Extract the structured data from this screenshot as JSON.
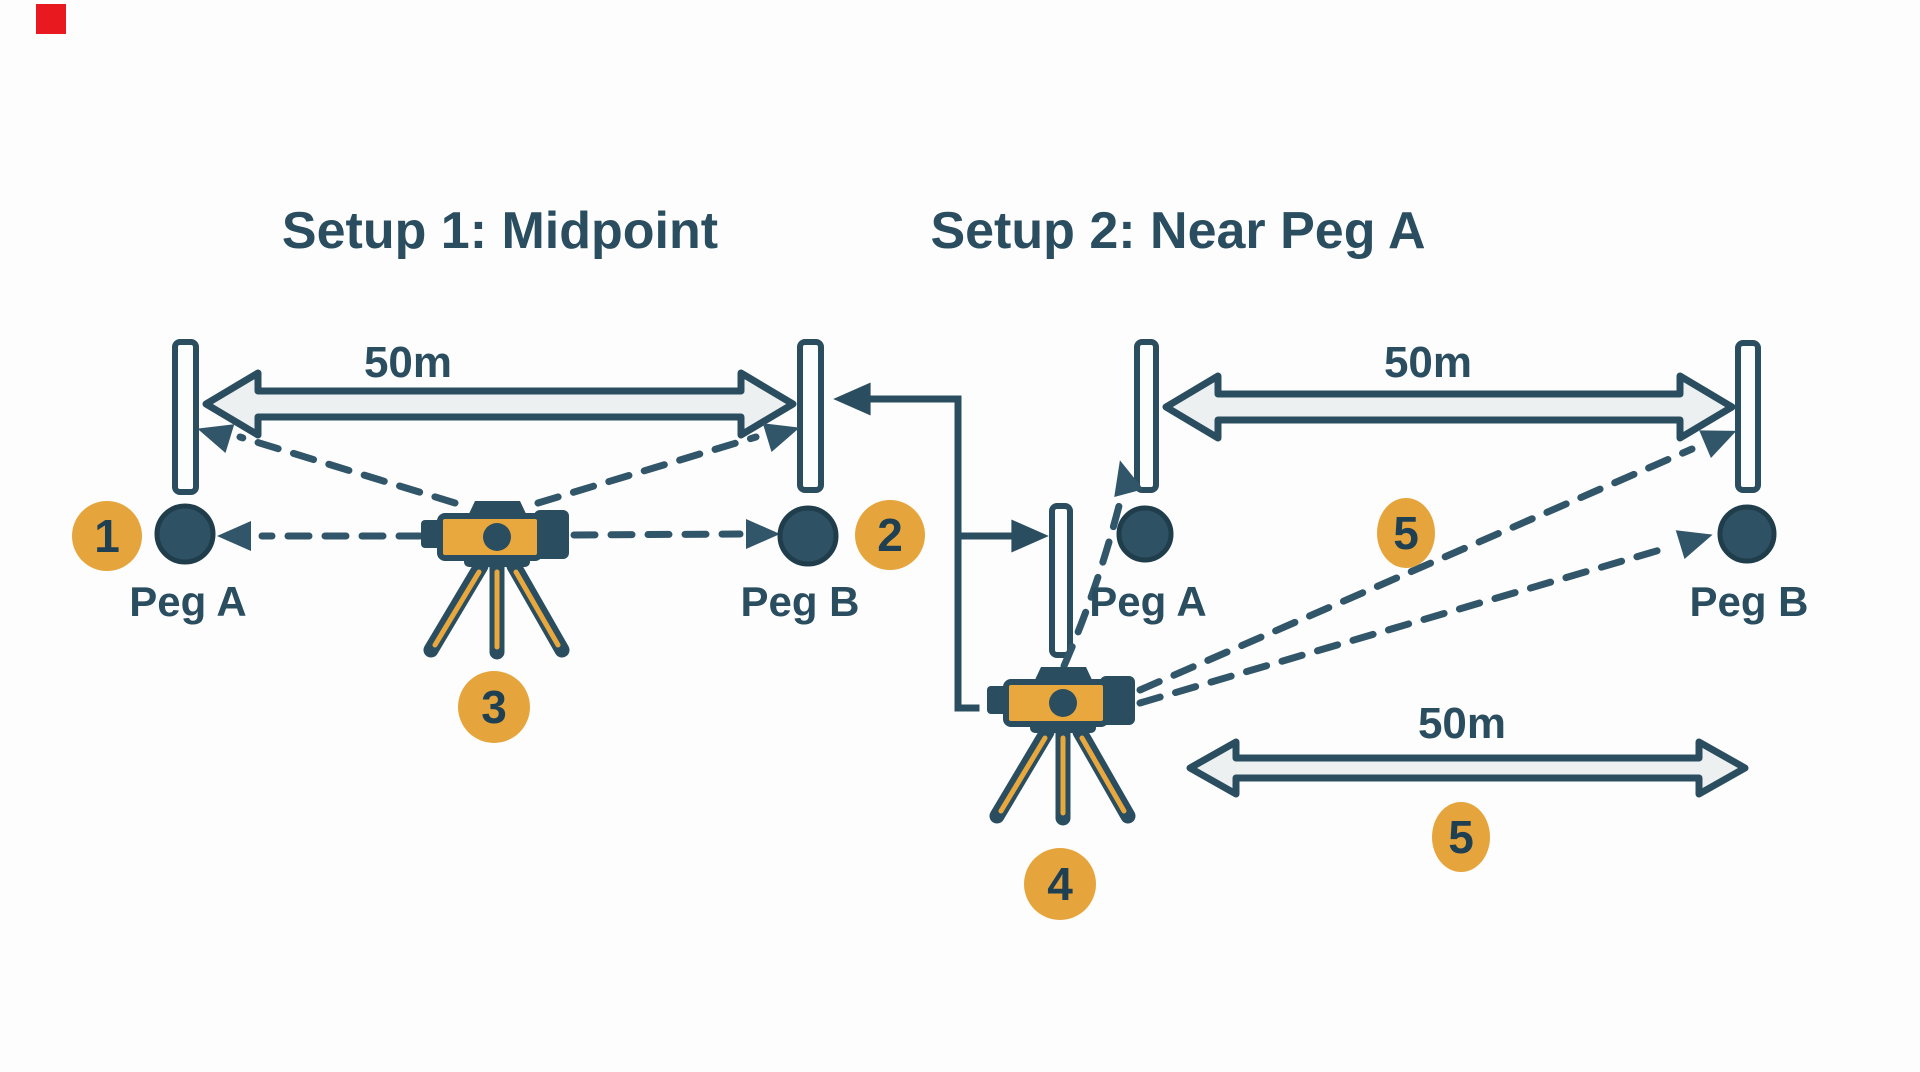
{
  "colors": {
    "background": "#fdfdfd",
    "teal": "#2a4e60",
    "teal_dash": "#31566a",
    "peg_fill": "#2e5163",
    "peg_stroke": "#203d4c",
    "orange": "#e6a53c",
    "instrument_orange": "#e9a83e",
    "badge_text": "#1f3f52",
    "arrow_fill": "#edf0f0",
    "staff_fill": "#fcfefe",
    "red_indicator": "#e81a20"
  },
  "setup1": {
    "title": "Setup 1: Midpoint",
    "distance_label": "50m",
    "peg_a_label": "Peg A",
    "peg_b_label": "Peg B",
    "badge_peg_a": "1",
    "badge_peg_b": "2",
    "badge_instrument": "3"
  },
  "setup2": {
    "title": "Setup 2: Near Peg A",
    "distance_label_top": "50m",
    "distance_label_bottom": "50m",
    "peg_a_label": "Peg A",
    "peg_b_label": "Peg B",
    "badge_instrument": "4",
    "badge_sightline": "5",
    "badge_distance": "5"
  }
}
